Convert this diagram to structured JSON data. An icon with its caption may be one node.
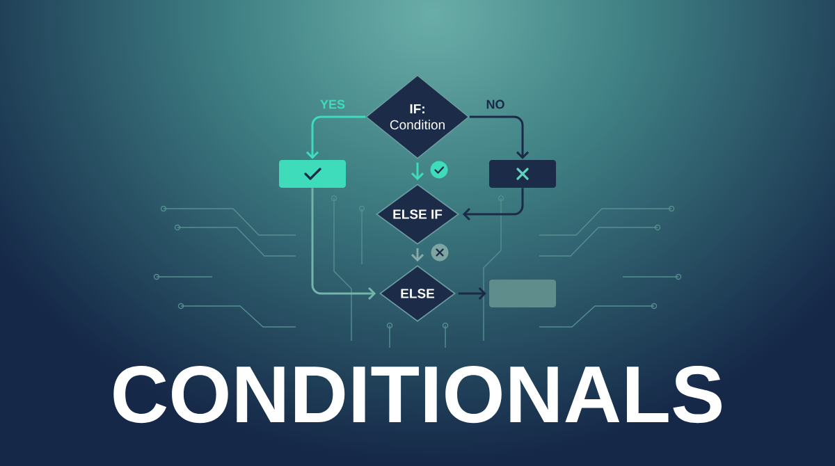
{
  "diagram": {
    "title": "CONDITIONALS",
    "nodes": [
      {
        "text": [
          "IF:",
          "Condition"
        ]
      },
      {
        "text": [],
        "shape": "box"
      },
      {
        "text": [],
        "shape": "box"
      },
      {
        "text": [
          "ELSE IF"
        ]
      },
      {
        "text": [
          "ELSE"
        ]
      },
      {
        "text": [],
        "shape": "box"
      }
    ],
    "edges": [
      {
        "from": 0,
        "to": 1,
        "arrow": "to",
        "label": "YES",
        "color": "#3fdcbc"
      },
      {
        "from": 0,
        "to": 2,
        "arrow": "to",
        "label": "NO",
        "color": "#1b2a47"
      },
      {
        "from": 0,
        "to": 3,
        "arrow": "to",
        "color": "#3fdcbc"
      },
      {
        "from": 2,
        "to": 3,
        "arrow": "to",
        "color": "#1b2a47"
      },
      {
        "from": 3,
        "to": 4,
        "arrow": "to",
        "color": "#86aba8"
      },
      {
        "from": 1,
        "to": 4,
        "arrow": "to",
        "color": "#74b5aa"
      },
      {
        "from": 4,
        "to": 5,
        "arrow": "to",
        "color": "#1b2a47"
      }
    ]
  }
}
